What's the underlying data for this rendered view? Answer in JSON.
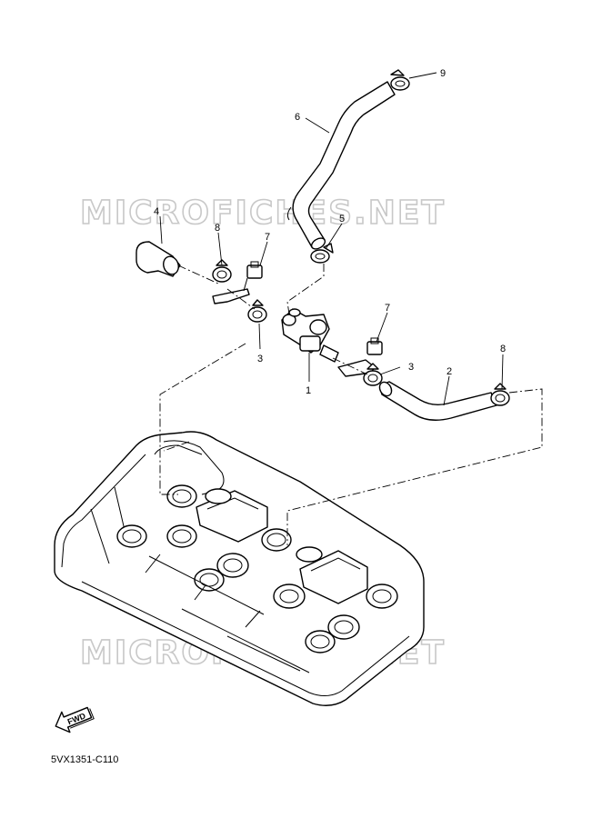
{
  "watermark": {
    "top": "MICROFICHES.NET",
    "bottom": "MICROFICHES.NET"
  },
  "callouts": [
    {
      "id": "c1",
      "number": "1"
    },
    {
      "id": "c2",
      "number": "2"
    },
    {
      "id": "c3a",
      "number": "3"
    },
    {
      "id": "c3b",
      "number": "3"
    },
    {
      "id": "c4",
      "number": "4"
    },
    {
      "id": "c5",
      "number": "5"
    },
    {
      "id": "c6",
      "number": "6"
    },
    {
      "id": "c7a",
      "number": "7"
    },
    {
      "id": "c7b",
      "number": "7"
    },
    {
      "id": "c8a",
      "number": "8"
    },
    {
      "id": "c8b",
      "number": "8"
    },
    {
      "id": "c9",
      "number": "9"
    }
  ],
  "fwd_badge": {
    "text": "FWD"
  },
  "diagram_code": "5VX1351-C110"
}
